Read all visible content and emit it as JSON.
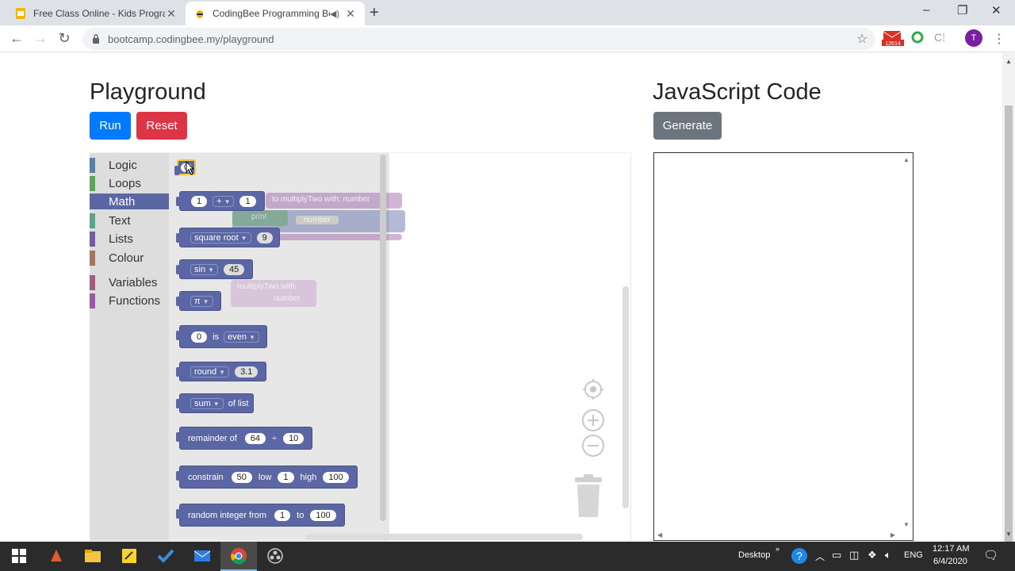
{
  "browser": {
    "tabs": [
      {
        "title": "Free Class Online - Kids Program",
        "active": false
      },
      {
        "title": "CodingBee Programming Bo",
        "active": true
      }
    ],
    "new_tab_glyph": "+",
    "url": "bootcamp.codingbee.my/playground",
    "profile_initial": "T",
    "extension_badge": "12614",
    "window_controls": [
      "–",
      "❐",
      "✕"
    ]
  },
  "page": {
    "playground_title": "Playground",
    "run_label": "Run",
    "reset_label": "Reset",
    "code_title": "JavaScript Code",
    "generate_label": "Generate"
  },
  "colors": {
    "run": "#007bff",
    "reset": "#dc3545",
    "generate": "#6c757d",
    "math_block": "#5b67a5"
  },
  "toolbox": {
    "categories": [
      {
        "label": "Logic",
        "color": "#5b80a5"
      },
      {
        "label": "Loops",
        "color": "#5ba55b"
      },
      {
        "label": "Math",
        "color": "#5b67a5",
        "selected": true
      },
      {
        "label": "Text",
        "color": "#5ba58c"
      },
      {
        "label": "Lists",
        "color": "#745ba5"
      },
      {
        "label": "Colour",
        "color": "#a5745b"
      },
      {
        "label": "Variables",
        "color": "#a55b80"
      },
      {
        "label": "Functions",
        "color": "#995ba5"
      }
    ]
  },
  "blocks": {
    "arith": {
      "a": "1",
      "op": "+",
      "b": "1"
    },
    "single": {
      "op": "square root",
      "value": "9"
    },
    "trig": {
      "op": "sin",
      "value": "45"
    },
    "constant": {
      "op": "π"
    },
    "property": {
      "value": "0",
      "is": "is",
      "prop": "even"
    },
    "round": {
      "op": "round",
      "value": "3.1"
    },
    "onlist": {
      "op": "sum",
      "suffix": "of list"
    },
    "remainder": {
      "label": "remainder of",
      "a": "64",
      "sep": "÷",
      "b": "10"
    },
    "constrain": {
      "label": "constrain",
      "value": "50",
      "low_label": "low",
      "low": "1",
      "high_label": "high",
      "high": "100"
    },
    "random": {
      "label": "random integer from",
      "from": "1",
      "to_label": "to",
      "to": "100"
    }
  },
  "ghost_blocks": {
    "fn_def": "to multiplyTwo with: number",
    "fn_arg": "number",
    "fn_call_1": "multiplyTwo with:",
    "fn_call_2": "number",
    "print": "print"
  },
  "taskbar": {
    "desktop_label": "Desktop",
    "language": "ENG",
    "time": "12:17 AM",
    "date": "6/4/2020"
  }
}
